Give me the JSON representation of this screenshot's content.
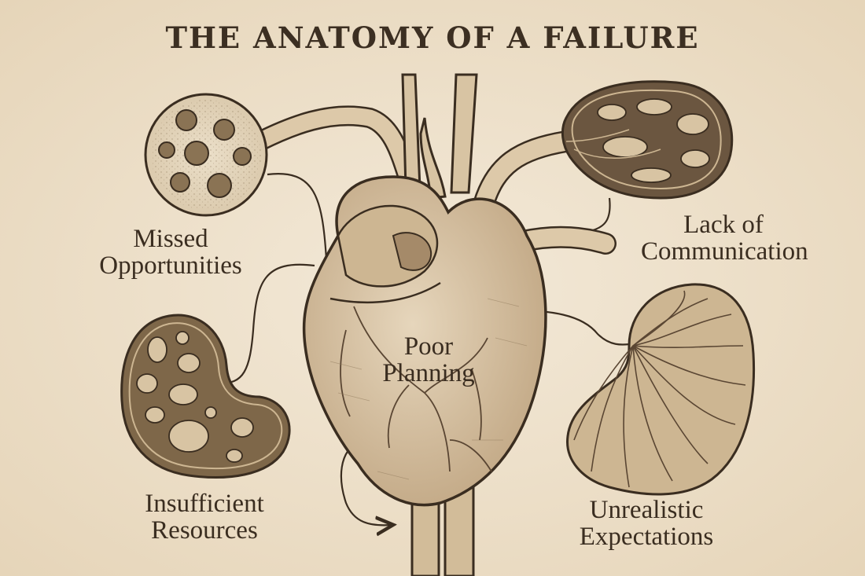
{
  "title": "THE ANATOMY OF A FAILURE",
  "labels": {
    "missed": [
      "Missed",
      "Opportunities"
    ],
    "communication": [
      "Lack of",
      "Communication"
    ],
    "center": [
      "Poor",
      "Planning"
    ],
    "resources": [
      "Insufficient",
      "Resources"
    ],
    "expectations": [
      "Unrealistic",
      "Expectations"
    ]
  },
  "colors": {
    "background": "#efe3cf",
    "ink": "#3a2d20",
    "organ_fill": "#d9c6a8",
    "organ_dark": "#6b5640",
    "cell_fill": "#e8dac3"
  },
  "icons": [
    "heart-illustration",
    "cell-organ",
    "kidney-organ",
    "pouch-organ",
    "lobe-organ",
    "vessel",
    "arrow"
  ]
}
